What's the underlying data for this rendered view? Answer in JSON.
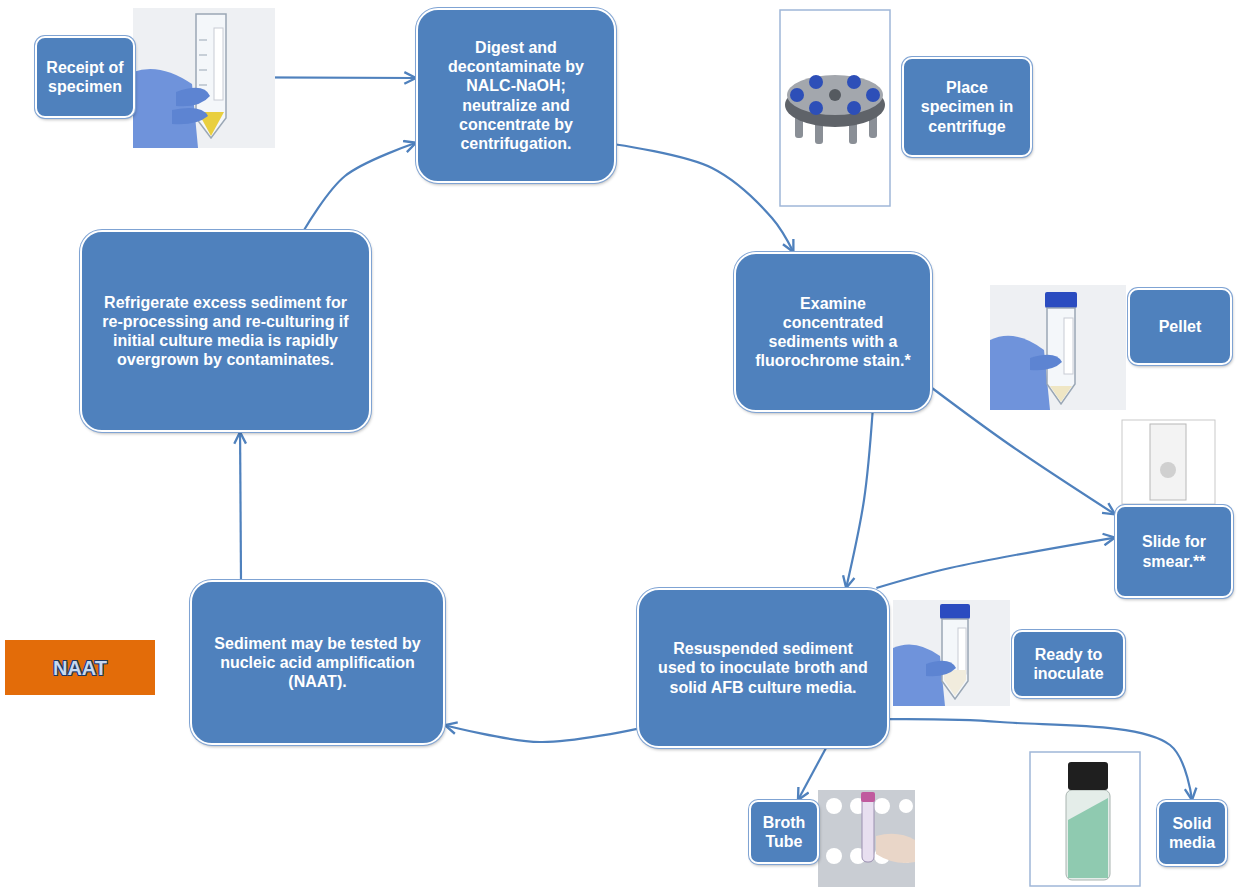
{
  "diagram": {
    "nodes": [
      {
        "text": [
          "Receipt of specimen"
        ]
      },
      {
        "text": [
          "Digest and decontaminate by NALC-NaOH; neutralize and concentrate by centrifugation."
        ]
      },
      {
        "text": [
          "Place specimen in centrifuge"
        ]
      },
      {
        "text": [
          "Examine concentrated sediments with a fluorochrome stain.*"
        ]
      },
      {
        "text": [
          "Pellet"
        ]
      },
      {
        "text": [
          "Slide for smear.**"
        ]
      },
      {
        "text": [
          "Resuspended sediment used to inoculate broth and solid AFB culture media."
        ]
      },
      {
        "text": [
          "Ready to inoculate"
        ]
      },
      {
        "text": [
          "Broth Tube"
        ]
      },
      {
        "text": [
          "Solid media"
        ]
      },
      {
        "text": [
          "Sediment may be tested by nucleic acid amplification (NAAT)."
        ]
      },
      {
        "text": [
          "NAAT"
        ]
      },
      {
        "text": [
          "Refrigerate excess sediment for re-processing and re-culturing if initial culture media is rapidly overgrown by contaminates."
        ]
      }
    ],
    "edges": [
      {
        "from": 0,
        "to": 1,
        "arrow": "to"
      },
      {
        "from": 1,
        "to": 3,
        "arrow": "to"
      },
      {
        "from": 3,
        "to": 5,
        "arrow": "to"
      },
      {
        "from": 3,
        "to": 6,
        "arrow": "to"
      },
      {
        "from": 6,
        "to": 5,
        "arrow": "to"
      },
      {
        "from": 6,
        "to": 8,
        "arrow": "to"
      },
      {
        "from": 6,
        "to": 9,
        "arrow": "to"
      },
      {
        "from": 6,
        "to": 10,
        "arrow": "to"
      },
      {
        "from": 10,
        "to": 12,
        "arrow": "to"
      },
      {
        "from": 12,
        "to": 1,
        "arrow": "to"
      }
    ]
  }
}
